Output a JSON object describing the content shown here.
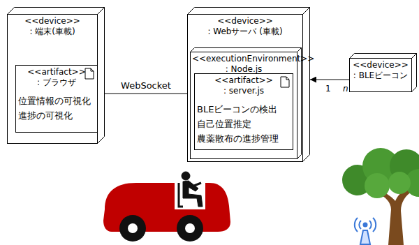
{
  "diagram": {
    "nodes": [
      {
        "text": [
          "<<device>>",
          ": 端末(車載)"
        ]
      },
      {
        "text": [
          "<<artifact>>",
          ": ブラウザ",
          "位置情報の可視化 進捗の可視化"
        ],
        "in": 0
      },
      {
        "text": [
          "<<device>>",
          ": Webサーバ (車載)"
        ]
      },
      {
        "text": [
          "<<executionEnvironment>>",
          ": Node.js"
        ],
        "in": 2
      },
      {
        "text": [
          "<<artifact>>",
          ": server.js",
          "BLEビーコンの検出 自己位置推定 農薬散布の進捗管理"
        ],
        "in": 3
      },
      {
        "text": [
          "<<device>>",
          ": BLEビーコン"
        ]
      }
    ],
    "edges": [
      {
        "from": 0,
        "to": 2,
        "arrow": "none",
        "label": "WebSocket"
      },
      {
        "from": 5,
        "to": 2,
        "arrow": "to"
      }
    ],
    "labels": [
      "1",
      "n"
    ]
  }
}
